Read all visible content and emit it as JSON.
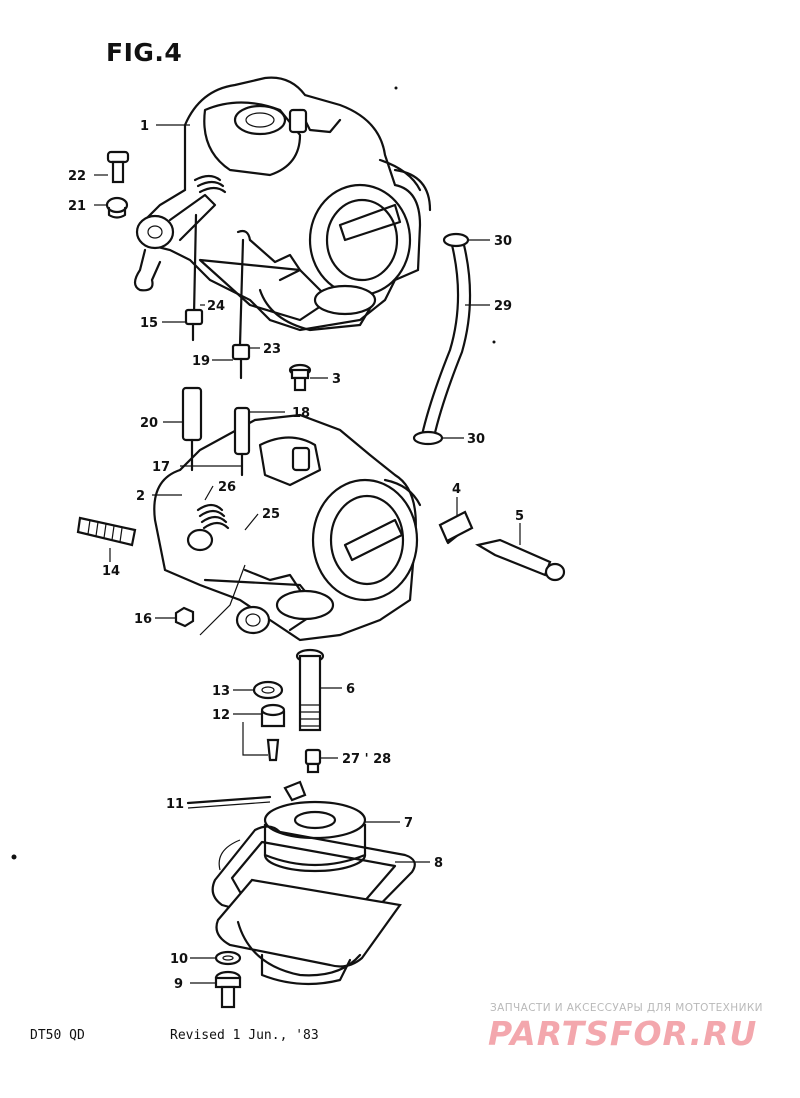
{
  "figure": {
    "title": "FIG.4"
  },
  "callouts": [
    {
      "label": "1"
    },
    {
      "label": "22"
    },
    {
      "label": "21"
    },
    {
      "label": "15"
    },
    {
      "label": "24"
    },
    {
      "label": "19"
    },
    {
      "label": "23"
    },
    {
      "label": "3"
    },
    {
      "label": "30"
    },
    {
      "label": "29"
    },
    {
      "label": "30"
    },
    {
      "label": "20"
    },
    {
      "label": "18"
    },
    {
      "label": "17"
    },
    {
      "label": "26"
    },
    {
      "label": "2"
    },
    {
      "label": "25"
    },
    {
      "label": "14"
    },
    {
      "label": "4"
    },
    {
      "label": "5"
    },
    {
      "label": "16"
    },
    {
      "label": "13"
    },
    {
      "label": "6"
    },
    {
      "label": "12"
    },
    {
      "label": "27 ' 28"
    },
    {
      "label": "11"
    },
    {
      "label": "7"
    },
    {
      "label": "8"
    },
    {
      "label": "10"
    },
    {
      "label": "9"
    }
  ],
  "footer": {
    "model": "DT50 QD",
    "revision": "Revised 1 Jun., '83"
  },
  "watermark": {
    "tagline": "ЗАПЧАСТИ И АКСЕССУАРЫ ДЛЯ МОТОТЕХНИКИ",
    "brand": "PARTSFOR.RU"
  }
}
